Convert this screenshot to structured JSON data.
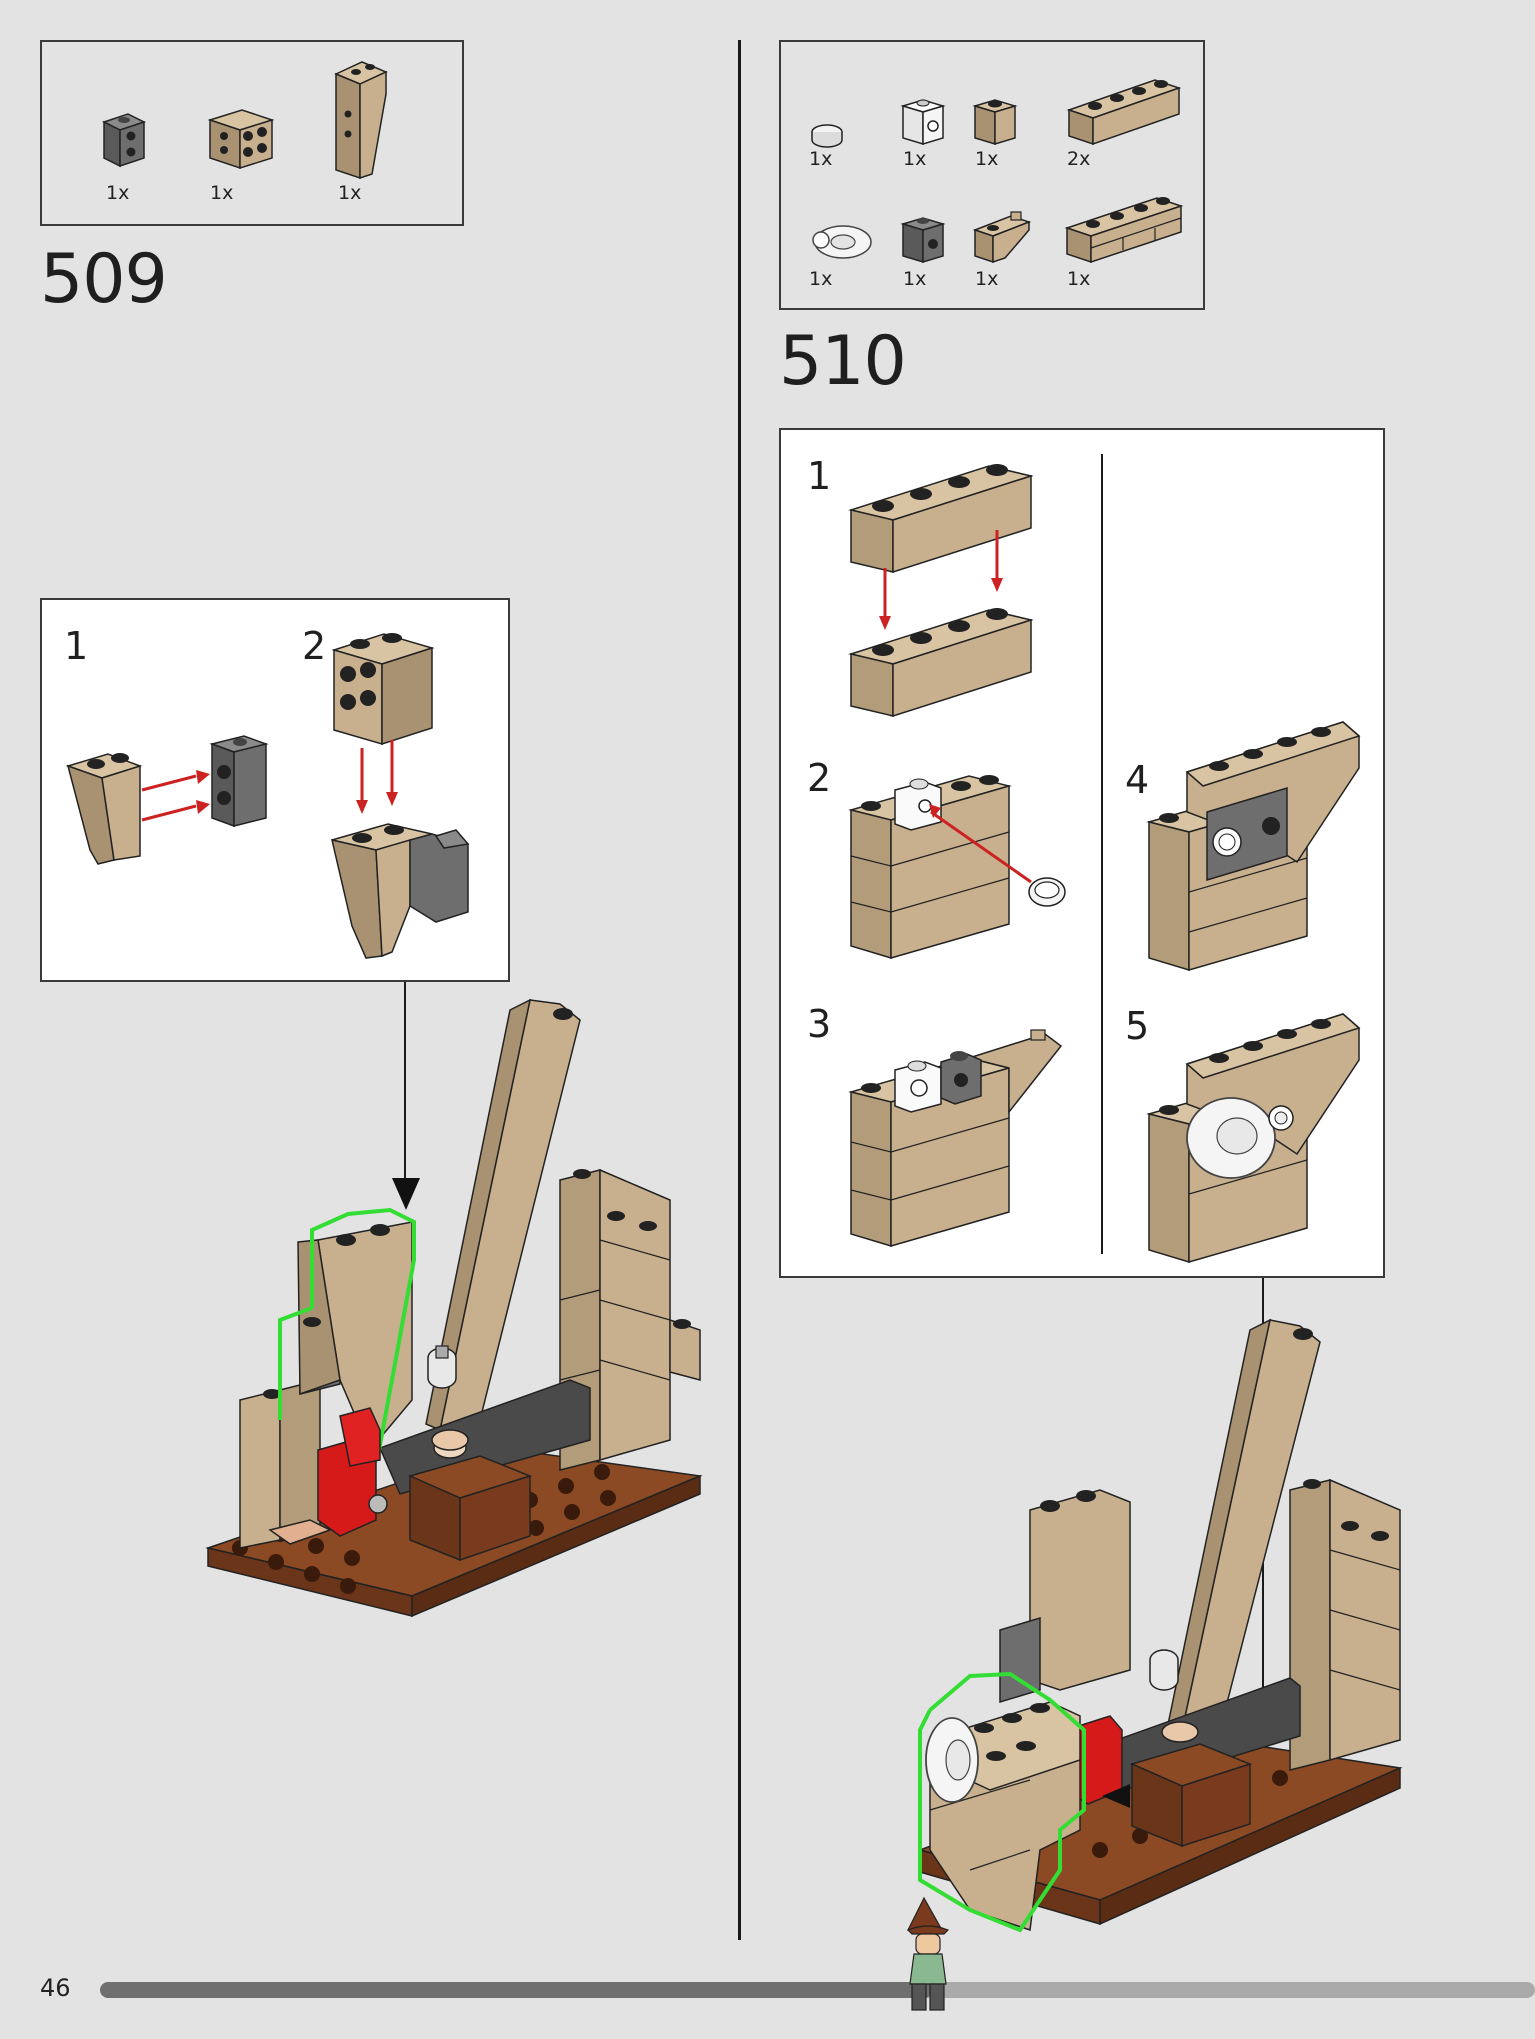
{
  "page": {
    "number": "46"
  },
  "steps": [
    {
      "number": "509",
      "parts": [
        {
          "qty": "1x",
          "color": "#6e6e6e",
          "icon": "brick-1x2-side-studs"
        },
        {
          "qty": "1x",
          "color": "#c8b08e",
          "icon": "plate-2x2"
        },
        {
          "qty": "1x",
          "color": "#c8b08e",
          "icon": "slope-inverted"
        }
      ],
      "substeps": [
        {
          "number": "1"
        },
        {
          "number": "2"
        }
      ]
    },
    {
      "number": "510",
      "parts": [
        {
          "qty": "1x",
          "color": "#f2f2f2",
          "icon": "round-tile"
        },
        {
          "qty": "1x",
          "color": "#ffffff",
          "icon": "brick-1x1-side-stud"
        },
        {
          "qty": "1x",
          "color": "#c8b08e",
          "icon": "brick-1x1"
        },
        {
          "qty": "2x",
          "color": "#c8b08e",
          "icon": "brick-1x4"
        },
        {
          "qty": "1x",
          "color": "#f2f2f2",
          "icon": "dish-ring"
        },
        {
          "qty": "1x",
          "color": "#6e6e6e",
          "icon": "brick-1x1-side-stud"
        },
        {
          "qty": "1x",
          "color": "#c8b08e",
          "icon": "slope-small"
        },
        {
          "qty": "1x",
          "color": "#c8b08e",
          "icon": "brick-1x4-masonry"
        }
      ],
      "substeps": [
        {
          "number": "1"
        },
        {
          "number": "2"
        },
        {
          "number": "3"
        },
        {
          "number": "4"
        },
        {
          "number": "5"
        }
      ]
    }
  ],
  "colors": {
    "tan": "#c8b08e",
    "dark_bluish_gray": "#6e6e6e",
    "reddish_brown": "#7a3a1e",
    "red": "#d61a1a",
    "highlight": "#33dd33",
    "arrow": "#cc2222",
    "progress_done": "#6f6f6f",
    "progress_remaining": "#aaaaaa"
  },
  "progress": {
    "fraction": 0.58
  }
}
